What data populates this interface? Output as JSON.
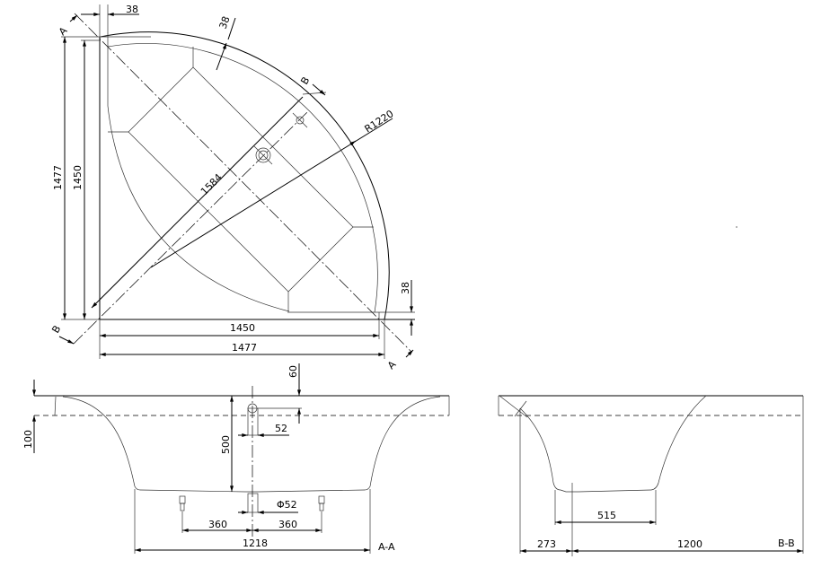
{
  "plan": {
    "dim_top_38": "38",
    "dim_rim_38": "38",
    "dim_right_38": "38",
    "dim_1477_vertical": "1477",
    "dim_1450_vertical": "1450",
    "dim_1450_horizontal": "1450",
    "dim_1477_horizontal": "1477",
    "dim_1584": "1584",
    "dim_radius": "R1220",
    "section_a_top": "A",
    "section_a_bottom": "A",
    "section_b_top": "B",
    "section_b_bottom": "B"
  },
  "section_aa": {
    "title": "A-A",
    "dim_100": "100",
    "dim_60": "60",
    "dim_52": "52",
    "dim_500": "500",
    "dim_phi52": "Φ52",
    "dim_360_left": "360",
    "dim_360_right": "360",
    "dim_1218": "1218"
  },
  "section_bb": {
    "title": "B-B",
    "dim_515": "515",
    "dim_273": "273",
    "dim_1200": "1200"
  }
}
